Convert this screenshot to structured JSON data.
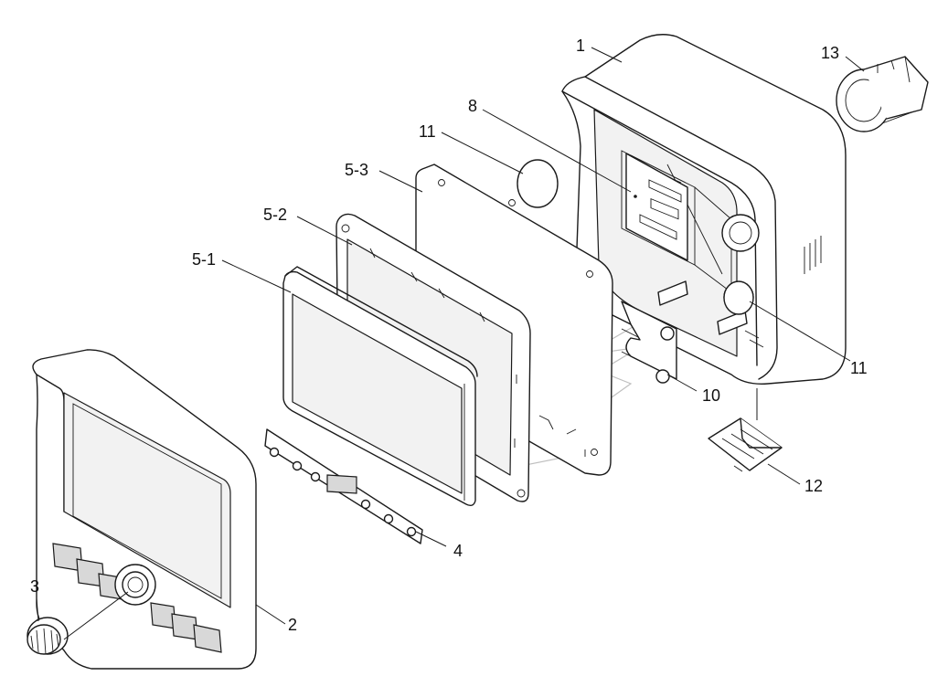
{
  "callouts": {
    "p1": "1",
    "p2": "2",
    "p3": "3",
    "p4": "4",
    "p5_1": "5-1",
    "p5_2": "5-2",
    "p5_3": "5-3",
    "p8": "8",
    "p10": "10",
    "p11a": "11",
    "p11b": "11",
    "p12": "12",
    "p13": "13"
  },
  "colors": {
    "line": "#1a1a1a",
    "watermark": "#b8b8b8"
  }
}
